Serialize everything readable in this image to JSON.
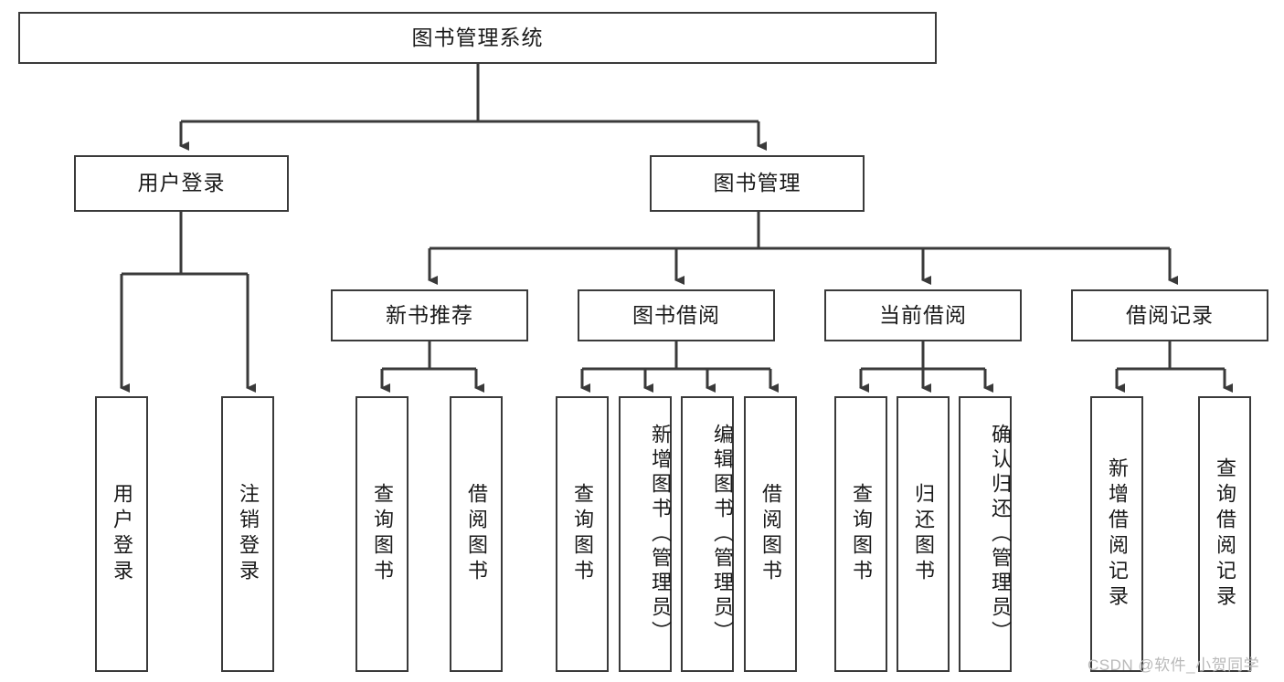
{
  "diagram": {
    "type": "tree-hierarchy-flowchart",
    "title": "图书管理系统",
    "root": {
      "label": "图书管理系统"
    },
    "level2": [
      {
        "id": "user-login",
        "label": "用户登录"
      },
      {
        "id": "book-management",
        "label": "图书管理"
      }
    ],
    "level3": [
      {
        "id": "new-book-recommend",
        "label": "新书推荐",
        "parent": "book-management"
      },
      {
        "id": "book-borrow",
        "label": "图书借阅",
        "parent": "book-management"
      },
      {
        "id": "current-borrow",
        "label": "当前借阅",
        "parent": "book-management"
      },
      {
        "id": "borrow-record",
        "label": "借阅记录",
        "parent": "book-management"
      }
    ],
    "leaves": [
      {
        "id": "leaf-user-login",
        "label": "用户登录",
        "parent": "user-login"
      },
      {
        "id": "leaf-logout-login",
        "label": "注销登录",
        "parent": "user-login"
      },
      {
        "id": "leaf-query-book-1",
        "label": "查询图书",
        "parent": "new-book-recommend"
      },
      {
        "id": "leaf-borrow-book-1",
        "label": "借阅图书",
        "parent": "new-book-recommend"
      },
      {
        "id": "leaf-query-book-2",
        "label": "查询图书",
        "parent": "book-borrow"
      },
      {
        "id": "leaf-add-book",
        "label": "新增图书（管理员）",
        "parent": "book-borrow"
      },
      {
        "id": "leaf-edit-book",
        "label": "编辑图书（管理员）",
        "parent": "book-borrow"
      },
      {
        "id": "leaf-borrow-book-2",
        "label": "借阅图书",
        "parent": "book-borrow"
      },
      {
        "id": "leaf-query-book-3",
        "label": "查询图书",
        "parent": "current-borrow"
      },
      {
        "id": "leaf-return-book",
        "label": "归还图书",
        "parent": "current-borrow"
      },
      {
        "id": "leaf-confirm-return",
        "label": "确认归还（管理员）",
        "parent": "current-borrow"
      },
      {
        "id": "leaf-add-record",
        "label": "新增借阅记录",
        "parent": "borrow-record"
      },
      {
        "id": "leaf-query-record",
        "label": "查询借阅记录",
        "parent": "borrow-record"
      }
    ],
    "colors": {
      "stroke": "#3a3a3a",
      "fill": "#ffffff",
      "text": "#1a1a1a",
      "watermark": "#b9b9b9"
    }
  },
  "watermark": {
    "text": "CSDN @软件_小贺同学"
  }
}
